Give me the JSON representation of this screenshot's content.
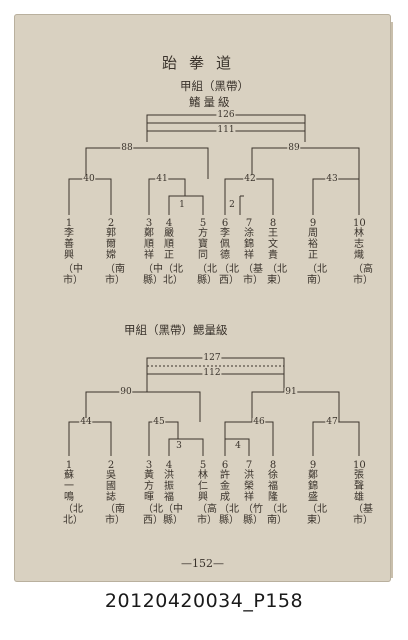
{
  "document": {
    "title": "跆拳道",
    "page_number": "—152—",
    "caption": "20120420034_P158"
  },
  "bracket1": {
    "heading": "甲組（黑帶）",
    "subheading": "鰭量級",
    "final_top": "126",
    "final_bottom": "111",
    "semi_left": "88",
    "semi_right": "89",
    "qf": [
      "40",
      "41",
      "42",
      "43"
    ],
    "prelim_left": "1",
    "prelim_right": "2",
    "players": [
      {
        "seed": "1",
        "name": "李善興",
        "team": "（中市）"
      },
      {
        "seed": "2",
        "name": "郭爾嫦",
        "team": "（南市）"
      },
      {
        "seed": "3",
        "name": "鄭順祥",
        "team": "（中縣）"
      },
      {
        "seed": "4",
        "name": "嚴順正",
        "team": "（北北）"
      },
      {
        "seed": "5",
        "name": "方寶同",
        "team": "（北縣）"
      },
      {
        "seed": "6",
        "name": "李佩德",
        "team": "（北西）"
      },
      {
        "seed": "7",
        "name": "涂錦祥",
        "team": "（基市）"
      },
      {
        "seed": "8",
        "name": "王文貴",
        "team": "（北東）"
      },
      {
        "seed": "9",
        "name": "周裕正",
        "team": "（北南）"
      },
      {
        "seed": "10",
        "name": "林志熾",
        "team": "（高市）"
      }
    ]
  },
  "bracket2": {
    "heading": "甲組（黑帶）鰓量級",
    "final_top": "127",
    "final_bottom": "112",
    "semi_left": "90",
    "semi_right": "91",
    "qf": [
      "44",
      "45",
      "46",
      "47"
    ],
    "prelim_left": "3",
    "prelim_right": "4",
    "players": [
      {
        "seed": "1",
        "name": "蘇一鳴",
        "team": "（北北）"
      },
      {
        "seed": "2",
        "name": "吳國誌",
        "team": "（南市）"
      },
      {
        "seed": "3",
        "name": "黃方暉",
        "team": "（北西）"
      },
      {
        "seed": "4",
        "name": "洪振福",
        "team": "（中縣）"
      },
      {
        "seed": "5",
        "name": "林仁興",
        "team": "（高市）"
      },
      {
        "seed": "6",
        "name": "許金成",
        "team": "（北縣）"
      },
      {
        "seed": "7",
        "name": "洪榮祥",
        "team": "（竹縣）"
      },
      {
        "seed": "8",
        "name": "徐福隆",
        "team": "（北南）"
      },
      {
        "seed": "9",
        "name": "鄭錦盛",
        "team": "（北東）"
      },
      {
        "seed": "10",
        "name": "張聲雄",
        "team": "（基市）"
      }
    ]
  }
}
